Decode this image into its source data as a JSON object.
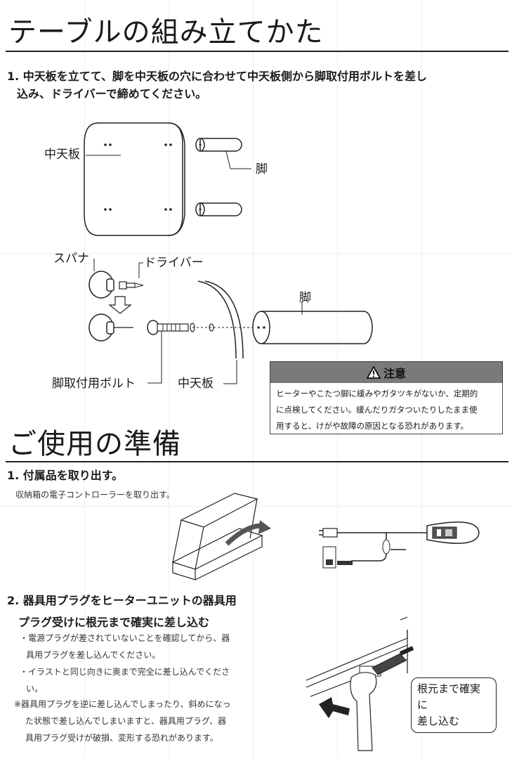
{
  "section1": {
    "title": "テーブルの組み立てかた",
    "step1": {
      "line1": "1. 中天板を立てて、脚を中天板の穴に合わせて中天板側から脚取付用ボルトを差し",
      "line2": "込み、ドライバーで締めてください。"
    },
    "labels": {
      "middle_board_top": "中天板",
      "leg_top": "脚",
      "spanner": "スパナ",
      "driver": "ドライバー",
      "leg_bottom": "脚",
      "bolt": "脚取付用ボルト",
      "middle_board_bottom": "中天板"
    },
    "caution": {
      "heading": "注意",
      "line1": "ヒーターやこたつ脚に緩みやガタツキがないか、定期的",
      "line2": "に点検してください。緩んだりガタついたりしたまま使",
      "line3": "用すると、けがや故障の原因となる恐れがあります。"
    }
  },
  "section2": {
    "title": "ご使用の準備",
    "step1": {
      "heading": "1. 付属品を取り出す。",
      "desc": "収納箱の電子コントローラーを取り出す。"
    },
    "step2": {
      "line1": "2. 器具用プラグをヒーターユニットの器具用",
      "line2": "プラグ受けに根元まで確実に差し込む",
      "bullet1_line1": "・電源プラグが差されていないことを確認してから、器",
      "bullet1_line2": "具用プラグを差し込んでください。",
      "bullet2_line1": "・イラストと同じ向きに奥まで完全に差し込んでくださ",
      "bullet2_line2": "い。",
      "note_line1": "※器具用プラグを逆に差し込んでしまったり、斜めになっ",
      "note_line2": "た状態で差し込んでしまいますと、器具用プラグ、器",
      "note_line3": "具用プラグ受けが破損、変形する恐れがあります。",
      "bubble_line1": "根元まで確実に",
      "bubble_line2": "差し込む"
    }
  },
  "colors": {
    "caution_header": "#7a7a7a",
    "text": "#1a1a1a"
  }
}
